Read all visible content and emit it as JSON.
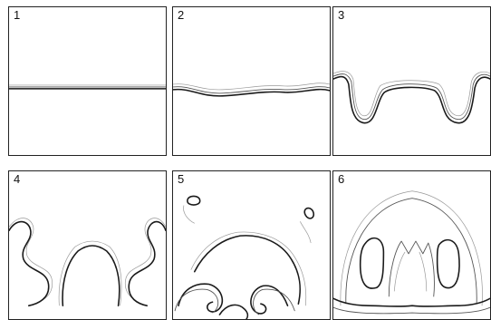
{
  "panels": [
    {
      "label": "1"
    },
    {
      "label": "2"
    },
    {
      "label": "3"
    },
    {
      "label": "4"
    },
    {
      "label": "5"
    },
    {
      "label": "6"
    }
  ]
}
